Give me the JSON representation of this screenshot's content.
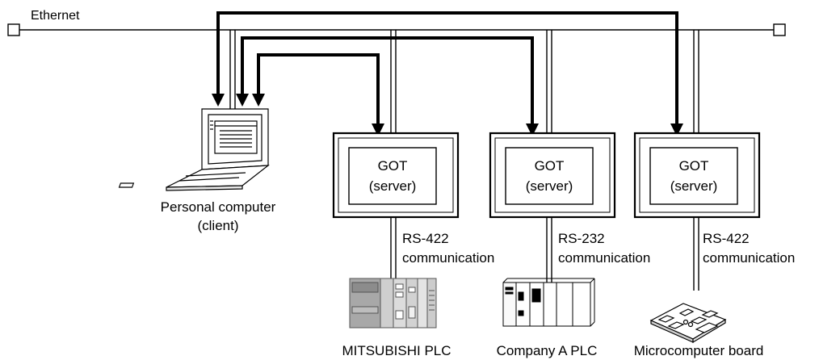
{
  "network": {
    "ethernet_label": "Ethernet"
  },
  "client": {
    "label_line1": "Personal computer",
    "label_line2": "(client)"
  },
  "got_units": [
    {
      "title": "GOT",
      "subtitle": "(server)",
      "link_line1": "RS-422",
      "link_line2": "communication",
      "device_label": "MITSUBISHI PLC"
    },
    {
      "title": "GOT",
      "subtitle": "(server)",
      "link_line1": "RS-232",
      "link_line2": "communication",
      "device_label": "Company A PLC"
    },
    {
      "title": "GOT",
      "subtitle": "(server)",
      "link_line1": "RS-422",
      "link_line2": "communication",
      "device_label": "Microcomputer board"
    }
  ],
  "colors": {
    "line": "#000000",
    "device_gray": "#d8d8d8",
    "device_dark": "#9a9a9a"
  }
}
